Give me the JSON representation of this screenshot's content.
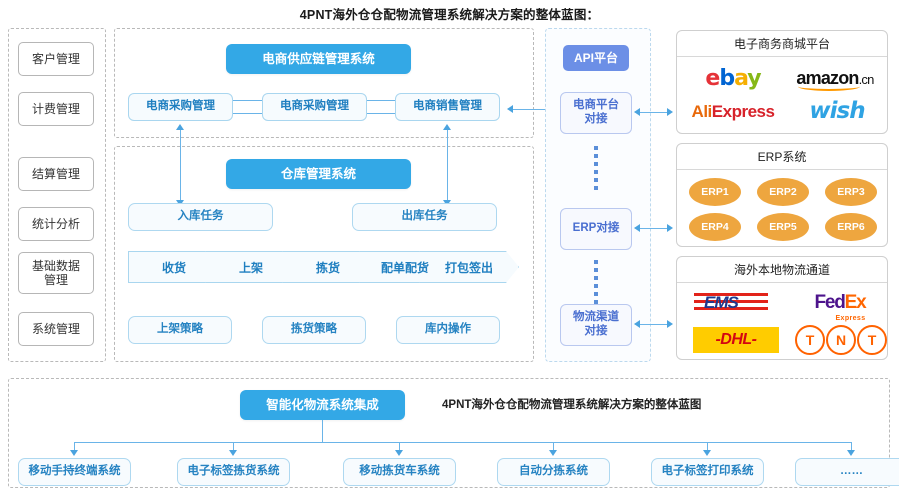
{
  "title": "4PNT海外仓仓配物流管理系统解决方案的整体蓝图：",
  "colors": {
    "primary_blue": "#33a8e6",
    "api_purple": "#6c8fe6",
    "erp_orange": "#eea63f",
    "light_box_border": "#a9d6ef",
    "light_box_text": "#1f7fc0",
    "connector": "#4aa3df",
    "dashed_gray": "#b9b9b9"
  },
  "sidebar": {
    "items": [
      {
        "label": "客户管理"
      },
      {
        "label": "计费管理"
      },
      {
        "label": "结算管理"
      },
      {
        "label": "统计分析"
      },
      {
        "label": "基础数据\n管理",
        "line1": "基础数据",
        "line2": "管理"
      },
      {
        "label": "系统管理"
      }
    ]
  },
  "supply_chain": {
    "header": "电商供应链管理系统",
    "boxes": [
      {
        "label": "电商采购管理"
      },
      {
        "label": "电商采购管理"
      },
      {
        "label": "电商销售管理"
      }
    ]
  },
  "warehouse": {
    "header": "仓库管理系统",
    "tasks": [
      {
        "label": "入库任务"
      },
      {
        "label": "出库任务"
      }
    ],
    "process": [
      {
        "label": "收货"
      },
      {
        "label": "上架"
      },
      {
        "label": "拣货"
      },
      {
        "label": "配单配货"
      },
      {
        "label": "打包签出"
      }
    ],
    "strategies": [
      {
        "label": "上架策略"
      },
      {
        "label": "拣货策略"
      },
      {
        "label": "库内操作"
      }
    ]
  },
  "api_platform": {
    "header": "API平台",
    "connectors": [
      {
        "line1": "电商平台",
        "line2": "对接"
      },
      {
        "line1": "ERP对接",
        "line2": ""
      },
      {
        "line1": "物流渠道",
        "line2": "对接"
      }
    ]
  },
  "right_panels": [
    {
      "title": "电子商务商城平台",
      "logos": [
        {
          "name": "ebay-logo",
          "text": "ebay"
        },
        {
          "name": "amazon-logo",
          "text": "amazon.cn"
        },
        {
          "name": "aliexpress-logo",
          "text": "AliExpress"
        },
        {
          "name": "wish-logo",
          "text": "wish"
        }
      ]
    },
    {
      "title": "ERP系统",
      "items": [
        {
          "label": "ERP1"
        },
        {
          "label": "ERP2"
        },
        {
          "label": "ERP3"
        },
        {
          "label": "ERP4"
        },
        {
          "label": "ERP5"
        },
        {
          "label": "ERP6"
        }
      ]
    },
    {
      "title": "海外本地物流通道",
      "logos": [
        {
          "name": "ems-logo",
          "text": "EMS"
        },
        {
          "name": "fedex-logo",
          "text": "FedEx Express"
        },
        {
          "name": "dhl-logo",
          "text": "DHL"
        },
        {
          "name": "tnt-logo",
          "text": "TNT"
        }
      ]
    }
  ],
  "bottom": {
    "header": "智能化物流系统集成",
    "caption": "4PNT海外仓仓配物流管理系统解决方案的整体蓝图",
    "items": [
      {
        "label": "移动手持终端系统"
      },
      {
        "label": "电子标签拣货系统"
      },
      {
        "label": "移动拣货车系统"
      },
      {
        "label": "自动分拣系统"
      },
      {
        "label": "电子标签打印系统"
      },
      {
        "label": "……"
      }
    ]
  },
  "amazon_parts": {
    "word": "amazon",
    "suffix": ".cn"
  },
  "ali_parts": {
    "a": "Ali",
    "b": "Express"
  },
  "ebay_parts": {
    "e": "e",
    "b": "b",
    "a": "a",
    "y": "y"
  },
  "fedex_parts": {
    "fed": "Fed",
    "ex": "Ex",
    "sub": "Express"
  },
  "tnt_parts": {
    "t1": "T",
    "n": "N",
    "t2": "T"
  },
  "ems_text": "EMS",
  "dhl_text": "-DHL-",
  "wish_text": "wish"
}
